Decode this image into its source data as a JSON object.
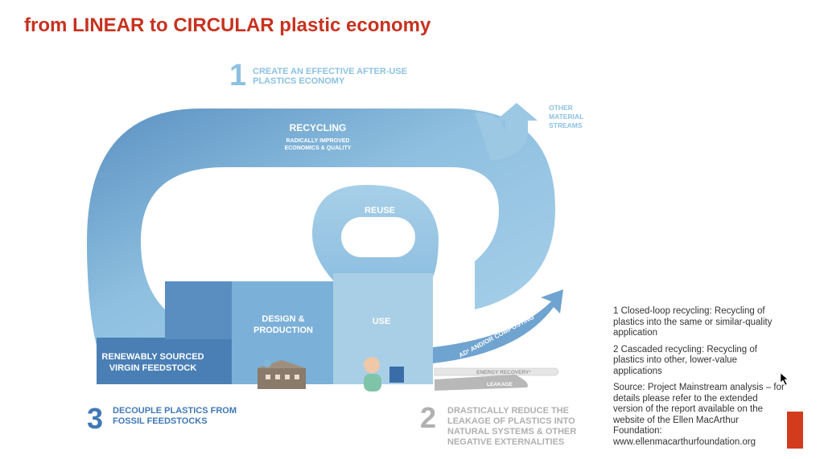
{
  "title": "from LINEAR to CIRCULAR plastic economy",
  "diagram": {
    "step1": {
      "number": "1",
      "line1": "CREATE AN EFFECTIVE AFTER-USE",
      "line2": "PLASTICS ECONOMY"
    },
    "step2": {
      "number": "2",
      "line1": "DRASTICALLY REDUCE THE",
      "line2": "LEAKAGE OF PLASTICS INTO",
      "line3": "NATURAL SYSTEMS & OTHER",
      "line4": "NEGATIVE EXTERNALITIES"
    },
    "step3": {
      "number": "3",
      "line1": "DECOUPLE PLASTICS FROM",
      "line2": "FOSSIL FEEDSTOCKS"
    },
    "recycling": {
      "label": "RECYCLING",
      "sub1": "RADICALLY IMPROVED",
      "sub2": "ECONOMICS & QUALITY"
    },
    "reuse": "REUSE",
    "other_streams": {
      "line1": "OTHER",
      "line2": "MATERIAL",
      "line3": "STREAMS"
    },
    "design": {
      "line1": "DESIGN &",
      "line2": "PRODUCTION"
    },
    "use": "USE",
    "feedstock": {
      "line1": "RENEWABLY SOURCED",
      "line2": "VIRGIN FEEDSTOCK"
    },
    "ad_composting": "AD¹ AND/OR COMPOSTING",
    "energy_recovery": "ENERGY RECOVERY¹",
    "leakage": "LEAKAGE"
  },
  "notes": {
    "note1": "1 Closed-loop recycling: Recycling of plastics into the same or similar-quality application",
    "note2": "2 Cascaded recycling: Recycling of plastics into other, lower-value applications",
    "source": "Source: Project Mainstream analysis – for details please refer to the extended version of the report available on the website of the Ellen MacArthur Foundation: www.ellenmacarthurfoundation.org"
  },
  "colors": {
    "title": "#c7321f",
    "loop_light": "#9cc8e4",
    "loop_dark": "#5d93c2",
    "feedstock": "#4a7fb5",
    "design": "#7bb0d8",
    "use": "#a9cfe6",
    "step_text": "#8cc1e3",
    "step3_text": "#3f78b5",
    "step2_text": "#b0b0b0",
    "accent_bar": "#d23c1c"
  }
}
